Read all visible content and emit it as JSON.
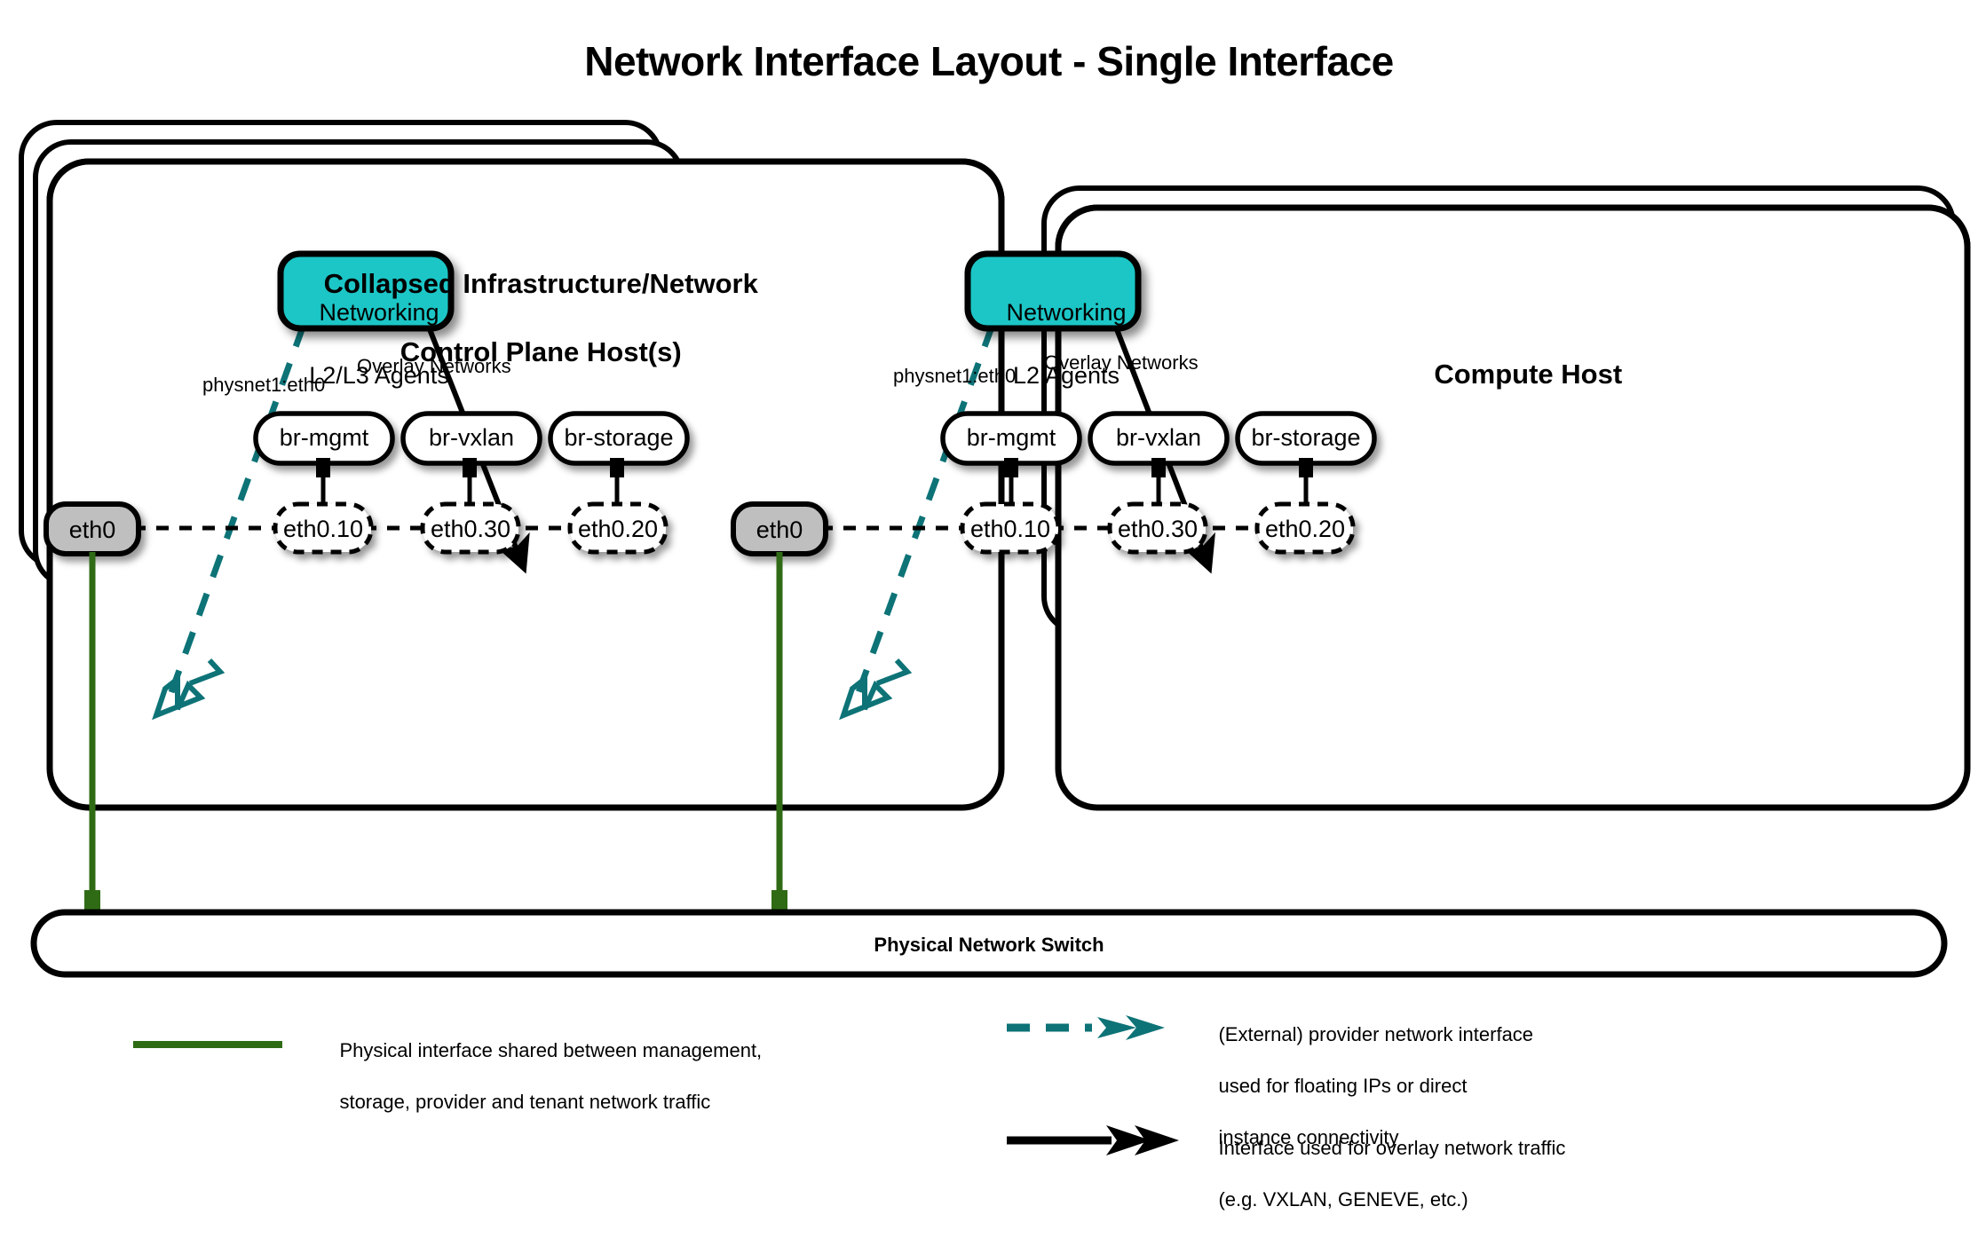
{
  "title": "Network Interface Layout - Single Interface",
  "colors": {
    "agent_fill": "#1ec6c6",
    "nic_fill": "#bfbfbf",
    "physical_link": "#2f6b15",
    "provider_link": "#0d7377",
    "overlay_link": "#000000",
    "border": "#000000",
    "background": "#ffffff"
  },
  "hosts": [
    {
      "id": "control-plane-host",
      "title_line1": "Collapsed Infrastructure/Network",
      "title_line2": "Control Plane Host(s)",
      "stack_layers": 3,
      "agent": {
        "line1": "Networking",
        "line2": "L2/L3 Agents"
      },
      "edge_labels": {
        "provider": "physnet1:eth0",
        "overlay": "Overlay Networks"
      },
      "nic": "eth0",
      "bridges": [
        {
          "bridge": "br-mgmt",
          "vlan": "eth0.10"
        },
        {
          "bridge": "br-vxlan",
          "vlan": "eth0.30"
        },
        {
          "bridge": "br-storage",
          "vlan": "eth0.20"
        }
      ]
    },
    {
      "id": "compute-host",
      "title_line1": "Compute Host",
      "title_line2": "",
      "stack_layers": 2,
      "agent": {
        "line1": "Networking",
        "line2": "L2 Agents"
      },
      "edge_labels": {
        "provider": "physnet1:eth0",
        "overlay": "Overlay Networks"
      },
      "nic": "eth0",
      "bridges": [
        {
          "bridge": "br-mgmt",
          "vlan": "eth0.10"
        },
        {
          "bridge": "br-vxlan",
          "vlan": "eth0.30"
        },
        {
          "bridge": "br-storage",
          "vlan": "eth0.20"
        }
      ]
    }
  ],
  "switch": {
    "label": "Physical Network Switch"
  },
  "legend": [
    {
      "id": "physical-interface",
      "swatch": "solid-green-line",
      "line1": "Physical interface shared between management,",
      "line2": "storage, provider and tenant network traffic",
      "line3": ""
    },
    {
      "id": "provider-interface",
      "swatch": "teal-dashed-arrow",
      "line1": "(External) provider network interface",
      "line2": "used for floating IPs or direct",
      "line3": "instance connectivity"
    },
    {
      "id": "overlay-interface",
      "swatch": "black-solid-arrow",
      "line1": "Interface used for overlay network traffic",
      "line2": "(e.g. VXLAN, GENEVE, etc.)",
      "line3": ""
    }
  ]
}
